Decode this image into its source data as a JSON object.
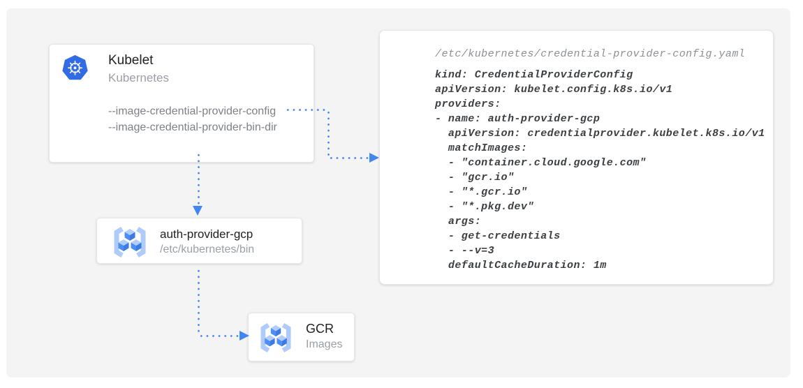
{
  "colors": {
    "arrow_blue": "#4285f4",
    "kubernetes_blue": "#326ce5",
    "gcr_bracket_blue": "#aecbfa",
    "panel_gray": "#f4f4f5"
  },
  "nodes": {
    "kubelet": {
      "title": "Kubelet",
      "subtitle": "Kubernetes",
      "flags": [
        "--image-credential-provider-config",
        "--image-credential-provider-bin-dir"
      ],
      "icon": "kubernetes-helm-icon"
    },
    "auth_provider_gcp": {
      "title": "auth-provider-gcp",
      "subtitle": "/etc/kubernetes/bin",
      "icon": "gcr-cubes-icon"
    },
    "gcr": {
      "title": "GCR",
      "subtitle": "Images",
      "icon": "gcr-cubes-icon"
    }
  },
  "config_file": {
    "path": "/etc/kubernetes/credential-provider-config.yaml",
    "yaml": "kind: CredentialProviderConfig\napiVersion: kubelet.config.k8s.io/v1\nproviders:\n- name: auth-provider-gcp\n  apiVersion: credentialprovider.kubelet.k8s.io/v1\n  matchImages:\n  - \"container.cloud.google.com\"\n  - \"gcr.io\"\n  - \"*.gcr.io\"\n  - \"*.pkg.dev\"\n  args:\n  - get-credentials\n  - --v=3\n  defaultCacheDuration: 1m"
  }
}
